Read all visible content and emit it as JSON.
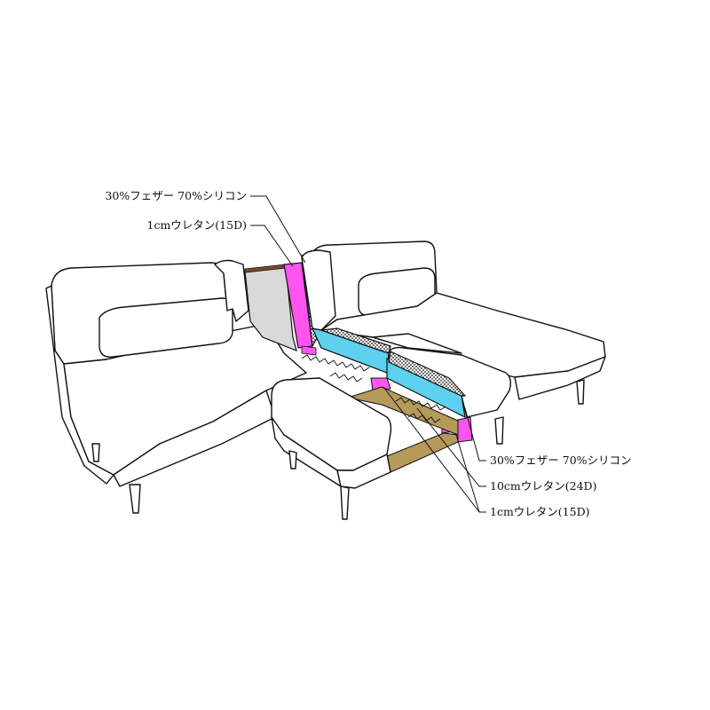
{
  "labels": {
    "back_feather": "30%フェザー 70%シリコン",
    "back_urethane": "1cmウレタン(15D)",
    "seat_feather": "30%フェザー 70%シリコン",
    "seat_urethane_10": "10cmウレタン(24D)",
    "seat_urethane_1": "1cmウレタン(15D)"
  },
  "colors": {
    "feather_layer": "#ff55ee",
    "urethane_layer": "#5ed0f0",
    "wood_frame": "#b59a5a",
    "inner_back": "#d9d9d9",
    "outline": "#111111"
  }
}
